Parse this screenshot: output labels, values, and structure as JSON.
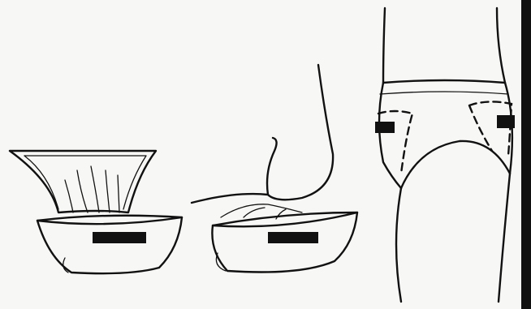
{
  "figure": {
    "panels": [
      {
        "name": "pad-unfolded"
      },
      {
        "name": "pad-being-worn"
      },
      {
        "name": "pad-in-underwear-front-view"
      }
    ]
  }
}
